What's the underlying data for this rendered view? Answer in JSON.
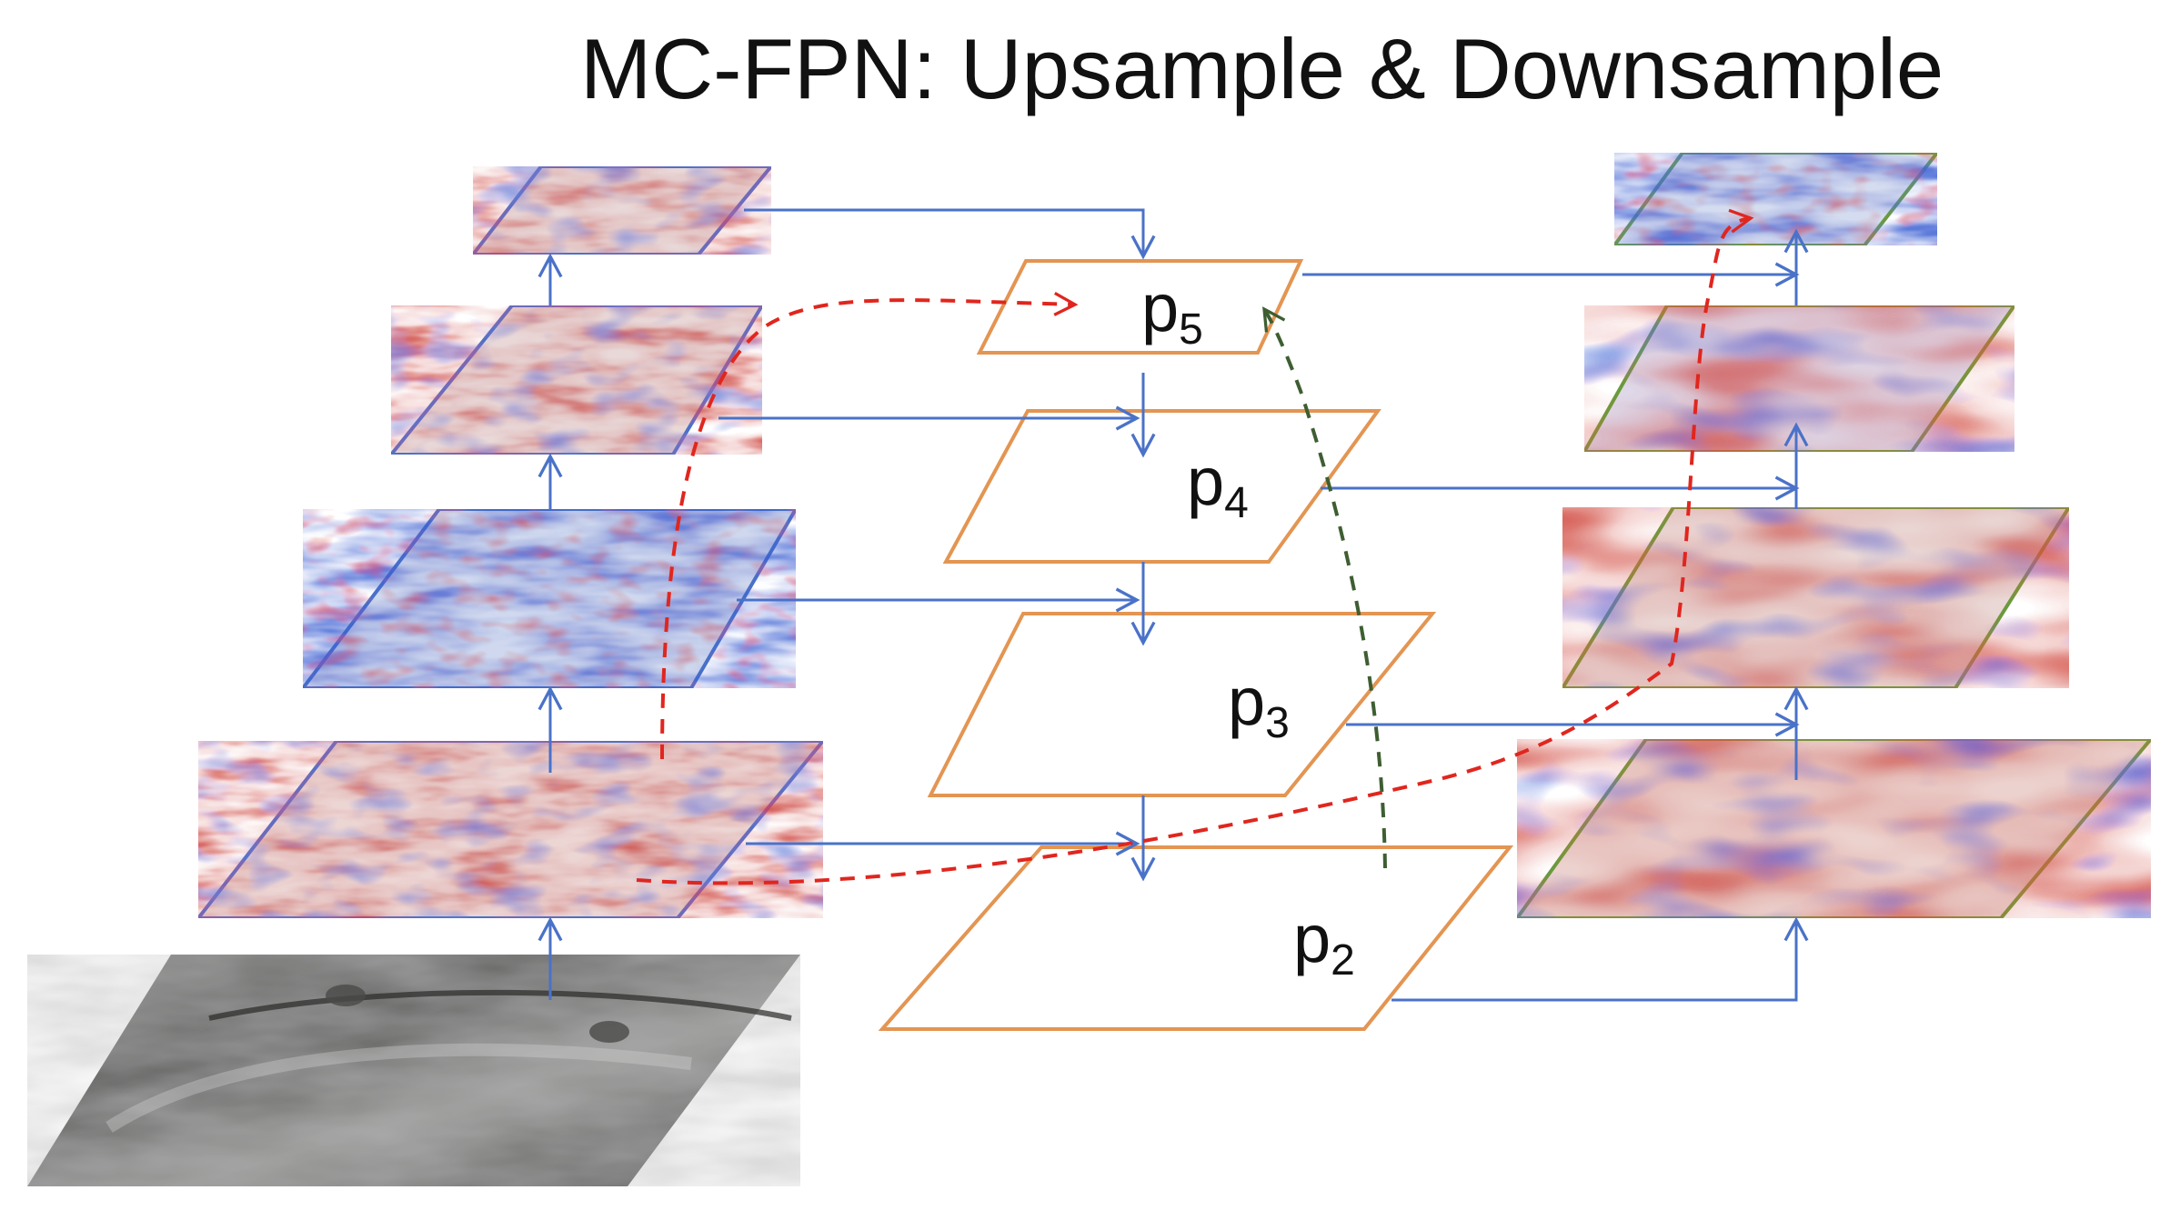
{
  "title": "MC-FPN: Upsample & Downsample",
  "pyramid_labels": [
    {
      "letter": "p",
      "sub": "5"
    },
    {
      "letter": "p",
      "sub": "4"
    },
    {
      "letter": "p",
      "sub": "3"
    },
    {
      "letter": "p",
      "sub": "2"
    }
  ],
  "colors": {
    "left_border": "#4a72c8",
    "middle_border": "#e39552",
    "right_border": "#6a9a3c",
    "arrow_blue": "#4a72c8",
    "arrow_red_dashed": "#e0261e",
    "arrow_green_dashed": "#3e5e32",
    "heat_high": "#c8282a",
    "heat_mid": "#e8dede",
    "heat_low": "#3b5fd4"
  },
  "icons": {
    "input_image": "metal-surface-photo",
    "left_maps": "backbone-feature-heatmap",
    "right_maps": "output-feature-heatmap"
  }
}
